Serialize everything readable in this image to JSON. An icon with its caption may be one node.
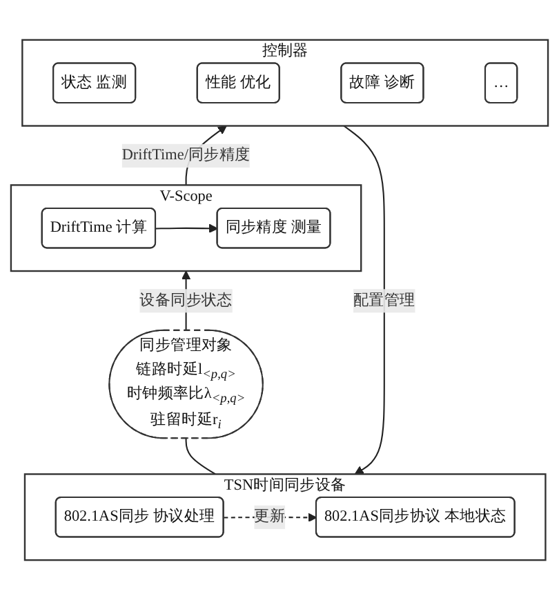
{
  "diagram": {
    "nodes": [
      {
        "text": [
          "控制器"
        ]
      },
      {
        "text": [
          "状态 监测"
        ],
        "in": 0
      },
      {
        "text": [
          "性能 优化"
        ],
        "in": 0
      },
      {
        "text": [
          "故障 诊断"
        ],
        "in": 0
      },
      {
        "text": [
          "…"
        ],
        "in": 0
      },
      {
        "text": [
          "V-Scope"
        ]
      },
      {
        "text": [
          "DriftTime 计算"
        ],
        "in": 5
      },
      {
        "text": [
          "同步精度 测量"
        ],
        "in": 5
      },
      {
        "text": [
          "同步管理对象",
          "链路时延l$_{<p,q>}$",
          "时钟频率比λ$_{<p,q>}$",
          "驻留时延r$_{i}$"
        ]
      },
      {
        "text": [
          "TSN时间同步设备"
        ]
      },
      {
        "text": [
          "802.1AS同步 协议处理"
        ],
        "in": 9
      },
      {
        "text": [
          "802.1AS同步协议 本地状态"
        ],
        "in": 9
      }
    ],
    "edges": [
      {
        "from": 5,
        "to": 0,
        "arrow": "to",
        "label": "DriftTime/同步精度"
      },
      {
        "from": 6,
        "to": 7,
        "arrow": "to"
      },
      {
        "from": 8,
        "to": 5,
        "arrow": "to",
        "label": "设备同步状态"
      },
      {
        "from": 9,
        "to": 8,
        "arrow": "none"
      },
      {
        "from": 0,
        "to": 9,
        "arrow": "to",
        "label": "配置管理"
      },
      {
        "from": 10,
        "to": 11,
        "arrow": "to",
        "label": "更新",
        "style": "dashed"
      }
    ]
  }
}
